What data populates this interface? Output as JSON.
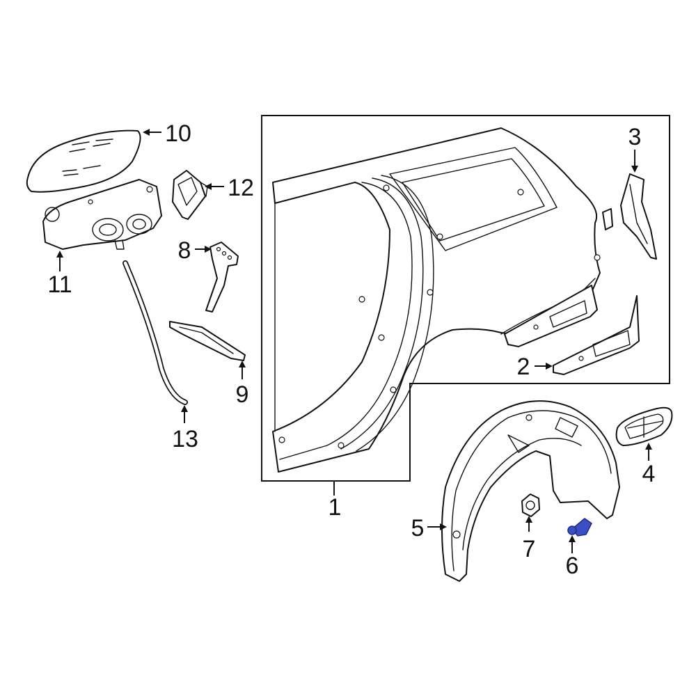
{
  "callouts": {
    "c1": "1",
    "c2": "2",
    "c3": "3",
    "c4": "4",
    "c5": "5",
    "c6": "6",
    "c7": "7",
    "c8": "8",
    "c9": "9",
    "c10": "10",
    "c11": "11",
    "c12": "12",
    "c13": "13"
  },
  "colors": {
    "line": "#111111",
    "background": "#ffffff",
    "highlight": "#3a4fc4"
  }
}
